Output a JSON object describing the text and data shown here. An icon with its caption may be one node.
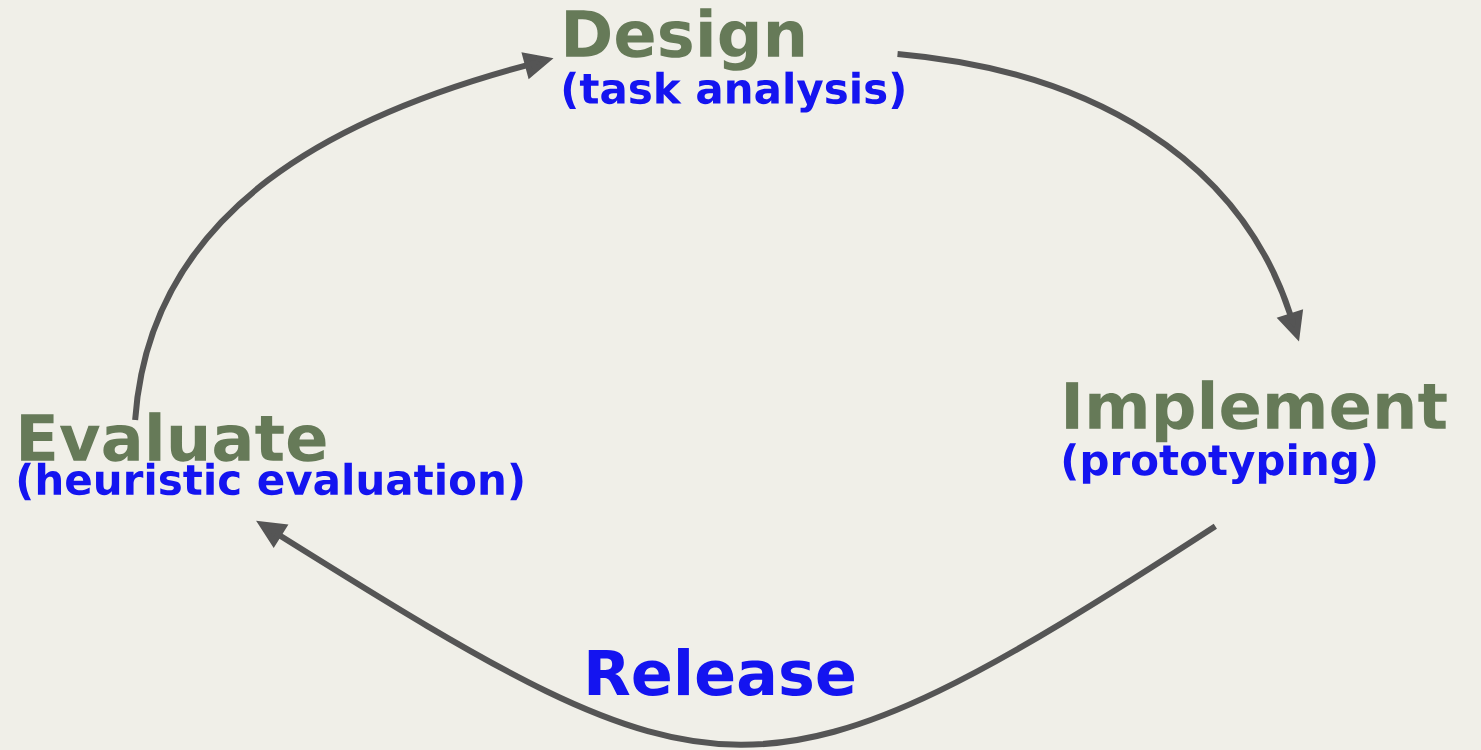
{
  "diagram": {
    "nodes": [
      {
        "text": [
          "Design",
          "(task analysis)"
        ]
      },
      {
        "text": [
          "Implement",
          "(prototyping)"
        ]
      },
      {
        "text": [
          "Evaluate",
          "(heuristic evaluation)"
        ]
      }
    ],
    "edges": [
      {
        "from": 2,
        "to": 0,
        "arrow": "to"
      },
      {
        "from": 0,
        "to": 1,
        "arrow": "to"
      },
      {
        "from": 1,
        "to": 2,
        "arrow": "to",
        "label": "Release"
      }
    ]
  }
}
